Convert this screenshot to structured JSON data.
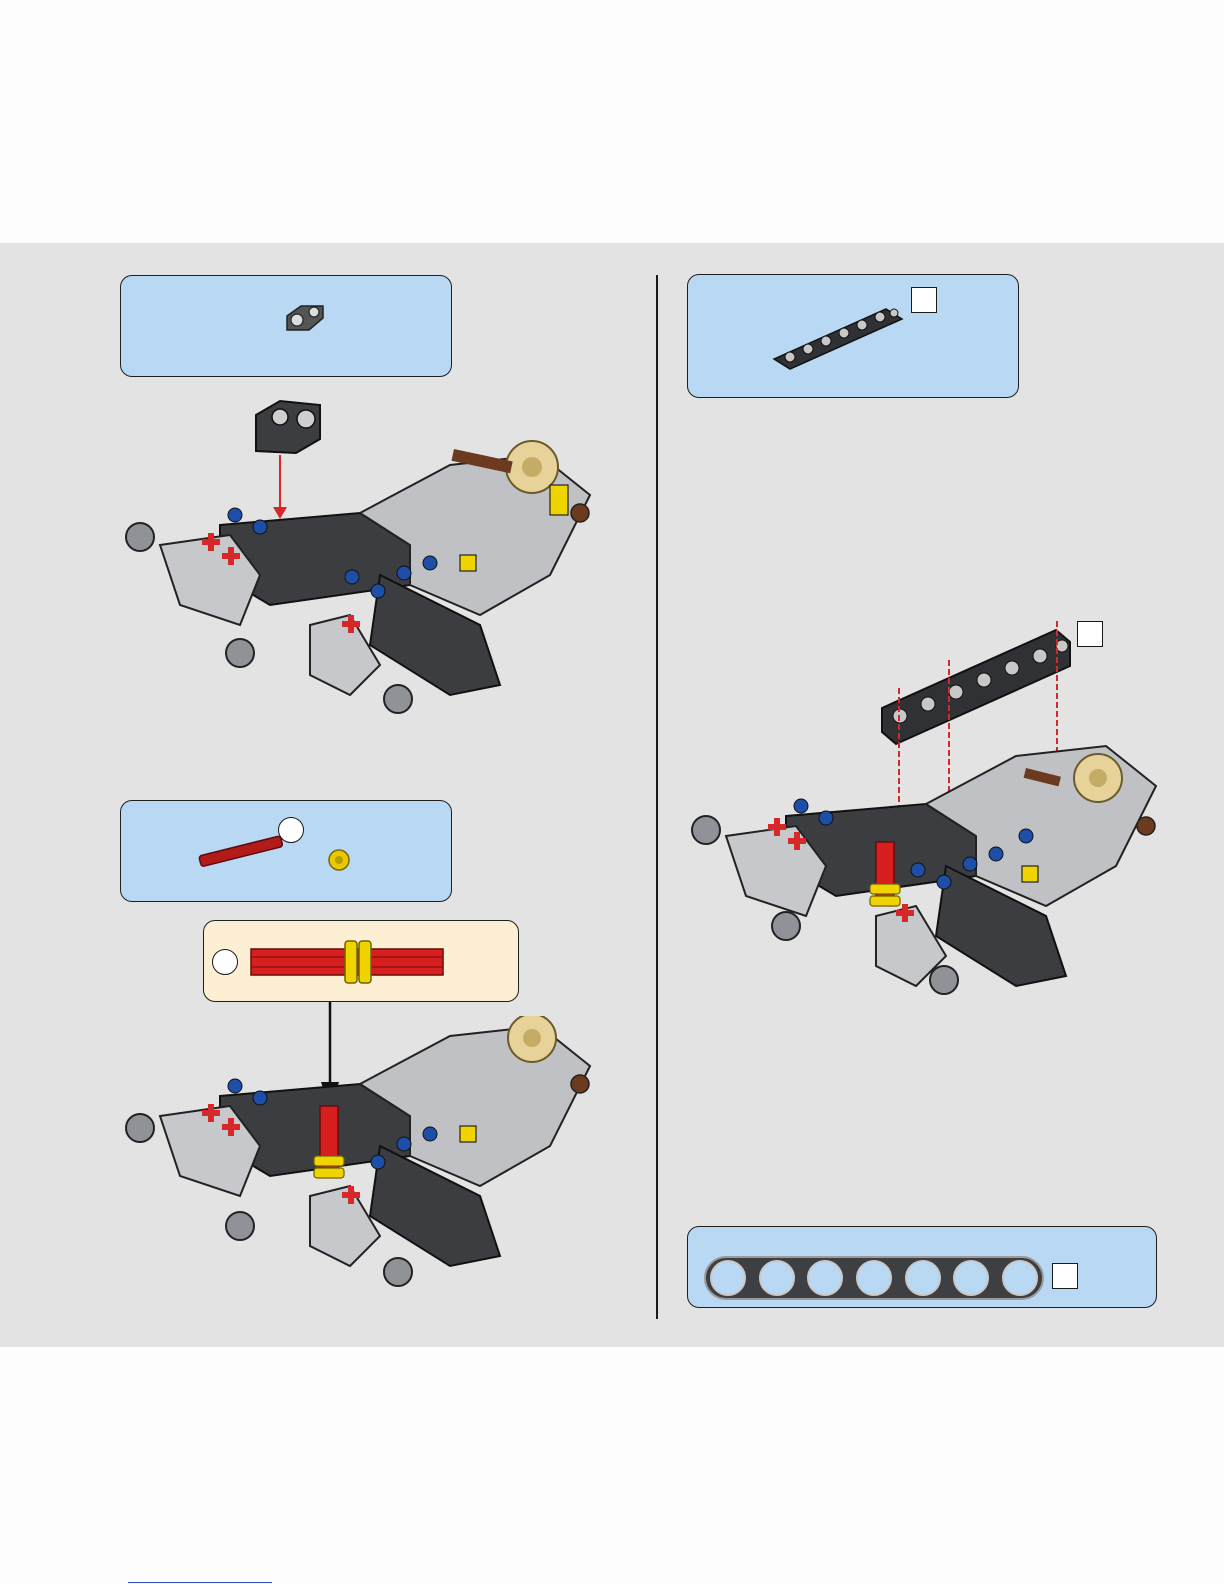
{
  "page": {
    "background": "#fdfdfd",
    "panel_background": "#e3e3e3",
    "callout_color": "#b9d8f3",
    "subassembly_color": "#fdefd3",
    "text_content": []
  },
  "steps": [
    {
      "id": "step-a",
      "parts": [
        "pin-connector-icon"
      ],
      "arrow_color": "#d62828"
    },
    {
      "id": "step-b",
      "parts": [
        "red-axle-icon",
        "yellow-bush-icon"
      ],
      "subassembly": [
        "axle-with-bushes-icon"
      ],
      "arrow_color": "#111111"
    },
    {
      "id": "step-c",
      "parts": [
        "liftarm-7-icon"
      ],
      "arrow_color": "#d62828"
    }
  ],
  "scale_reference": {
    "holes": 7
  }
}
